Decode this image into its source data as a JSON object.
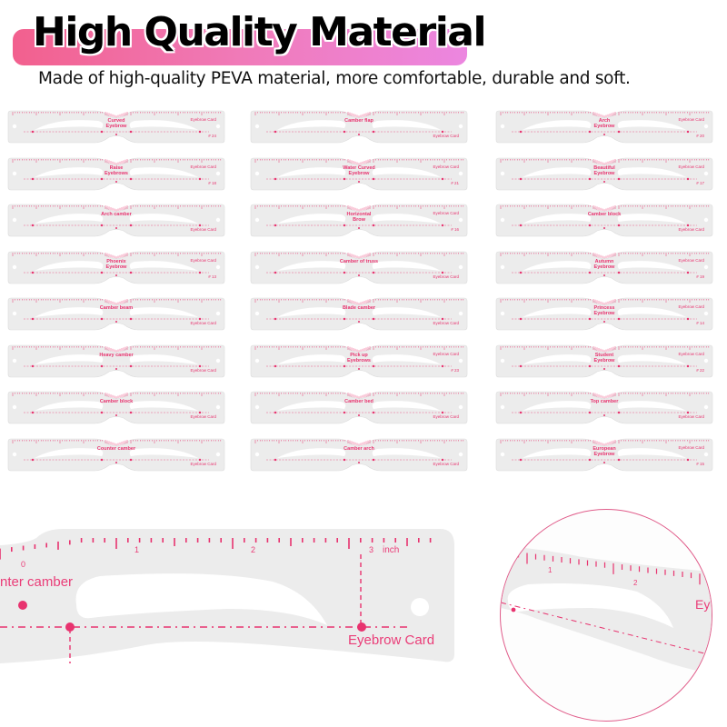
{
  "header": {
    "title": "High Quality Material",
    "subtitle": "Made of high-quality PEVA material, more comfortable, durable and soft.",
    "banner_gradient": [
      "#f2608e",
      "#f07ab8",
      "#ec86e0"
    ]
  },
  "colors": {
    "accent_pink": "#e8336f",
    "card_fill": "#ececec",
    "card_border": "#dcdcdc"
  },
  "cards": [
    {
      "col": 0,
      "row": 0,
      "label": "Curved\nEyebrow",
      "brand": "Eyebrow Card",
      "number": "# 24"
    },
    {
      "col": 0,
      "row": 1,
      "label": "Raise\nEyebrows",
      "brand": "Eyebrow Card",
      "number": "# 18"
    },
    {
      "col": 0,
      "row": 2,
      "label": "Arch camber",
      "brand": "Eyebrow Card",
      "number": ""
    },
    {
      "col": 0,
      "row": 3,
      "label": "Phoenix\nEyebrow",
      "brand": "Eyebrow Card",
      "number": "# 13"
    },
    {
      "col": 0,
      "row": 4,
      "label": "Camber beam",
      "brand": "Eyebrow Card",
      "number": ""
    },
    {
      "col": 0,
      "row": 5,
      "label": "Heavy camber",
      "brand": "Eyebrow Card",
      "number": ""
    },
    {
      "col": 0,
      "row": 6,
      "label": "Camber block",
      "brand": "Eyebrow Card",
      "number": ""
    },
    {
      "col": 0,
      "row": 7,
      "label": "Counter camber",
      "brand": "Eyebrow Card",
      "number": ""
    },
    {
      "col": 1,
      "row": 0,
      "label": "Camber flap",
      "brand": "Eyebrow Card",
      "number": ""
    },
    {
      "col": 1,
      "row": 1,
      "label": "Water Curved\nEyebrow",
      "brand": "Eyebrow Card",
      "number": "# 21"
    },
    {
      "col": 1,
      "row": 2,
      "label": "Horizontal\nBrow",
      "brand": "Eyebrow Card",
      "number": "# 16"
    },
    {
      "col": 1,
      "row": 3,
      "label": "Camber of truss",
      "brand": "Eyebrow Card",
      "number": ""
    },
    {
      "col": 1,
      "row": 4,
      "label": "Blade camber",
      "brand": "Eyebrow Card",
      "number": ""
    },
    {
      "col": 1,
      "row": 5,
      "label": "Pick up\nEyebrows",
      "brand": "Eyebrow Card",
      "number": "# 23"
    },
    {
      "col": 1,
      "row": 6,
      "label": "Camber bed",
      "brand": "Eyebrow Card",
      "number": ""
    },
    {
      "col": 1,
      "row": 7,
      "label": "Camber arch",
      "brand": "Eyebrow Card",
      "number": ""
    },
    {
      "col": 2,
      "row": 0,
      "label": "Arch\nEyebrow",
      "brand": "Eyebrow Card",
      "number": "# 20"
    },
    {
      "col": 2,
      "row": 1,
      "label": "Beautiful\nEyebrow",
      "brand": "Eyebrow Card",
      "number": "# 17"
    },
    {
      "col": 2,
      "row": 2,
      "label": "Camber block",
      "brand": "Eyebrow Card",
      "number": ""
    },
    {
      "col": 2,
      "row": 3,
      "label": "Autumn\nEyebrow",
      "brand": "Eyebrow Card",
      "number": "# 19"
    },
    {
      "col": 2,
      "row": 4,
      "label": "Princess\nEyebrow",
      "brand": "Eyebrow Card",
      "number": "# 14"
    },
    {
      "col": 2,
      "row": 5,
      "label": "Student\nEyebrow",
      "brand": "Eyebrow Card",
      "number": "# 22"
    },
    {
      "col": 2,
      "row": 6,
      "label": "Top camber",
      "brand": "Eyebrow Card",
      "number": ""
    },
    {
      "col": 2,
      "row": 7,
      "label": "European\nEyebrow",
      "brand": "Eyebrow Card",
      "number": "# 15"
    }
  ],
  "detail_left": {
    "ruler_labels": [
      "0",
      "1",
      "2",
      "3",
      "inch"
    ],
    "label_camber": "nter camber",
    "label_brand": "Eyebrow Card"
  },
  "detail_zoom": {
    "ruler_labels": [
      "1",
      "2"
    ],
    "label_brand_partial": "Ey"
  }
}
